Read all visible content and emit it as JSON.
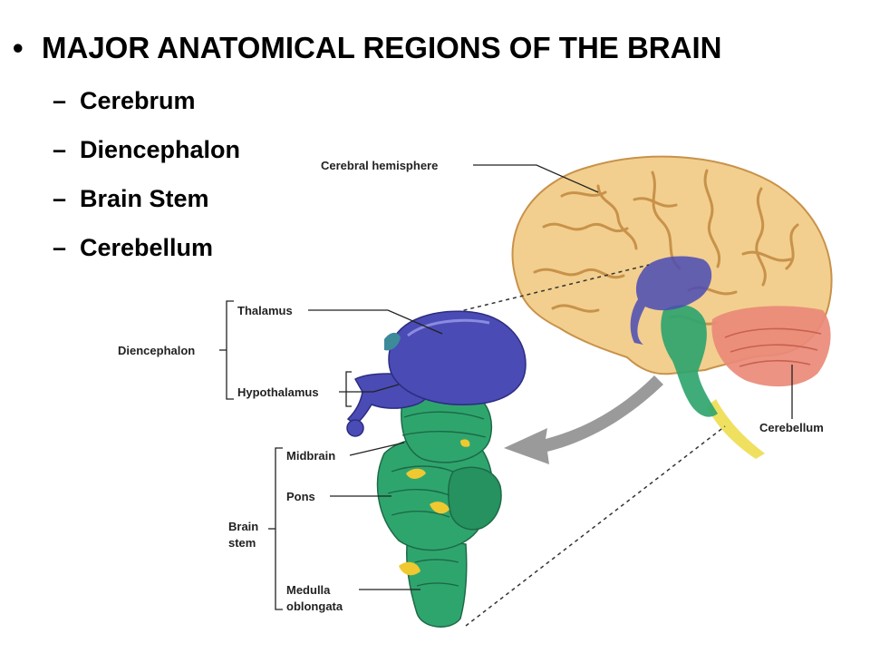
{
  "slide": {
    "title": "MAJOR ANATOMICAL REGIONS OF THE BRAIN",
    "bullets": [
      "Cerebrum",
      "Diencephalon",
      "Brain Stem",
      "Cerebellum"
    ]
  },
  "figure": {
    "labels": {
      "cerebral_hemisphere": "Cerebral hemisphere",
      "thalamus": "Thalamus",
      "diencephalon": "Diencephalon",
      "hypothalamus": "Hypothalamus",
      "midbrain": "Midbrain",
      "pons": "Pons",
      "brain": "Brain",
      "stem": "stem",
      "medulla": "Medulla",
      "oblongata": "oblongata",
      "cerebellum": "Cerebellum"
    },
    "colors": {
      "cerebrum": "#f2cf8e",
      "cerebrum_folds": "#c8924a",
      "diencephalon": "#4a4bb5",
      "brain_stem": "#2fa56e",
      "cerebellum": "#ea8a78",
      "spinal_cord": "#f0e060",
      "arrow": "#9a9a9a"
    }
  }
}
